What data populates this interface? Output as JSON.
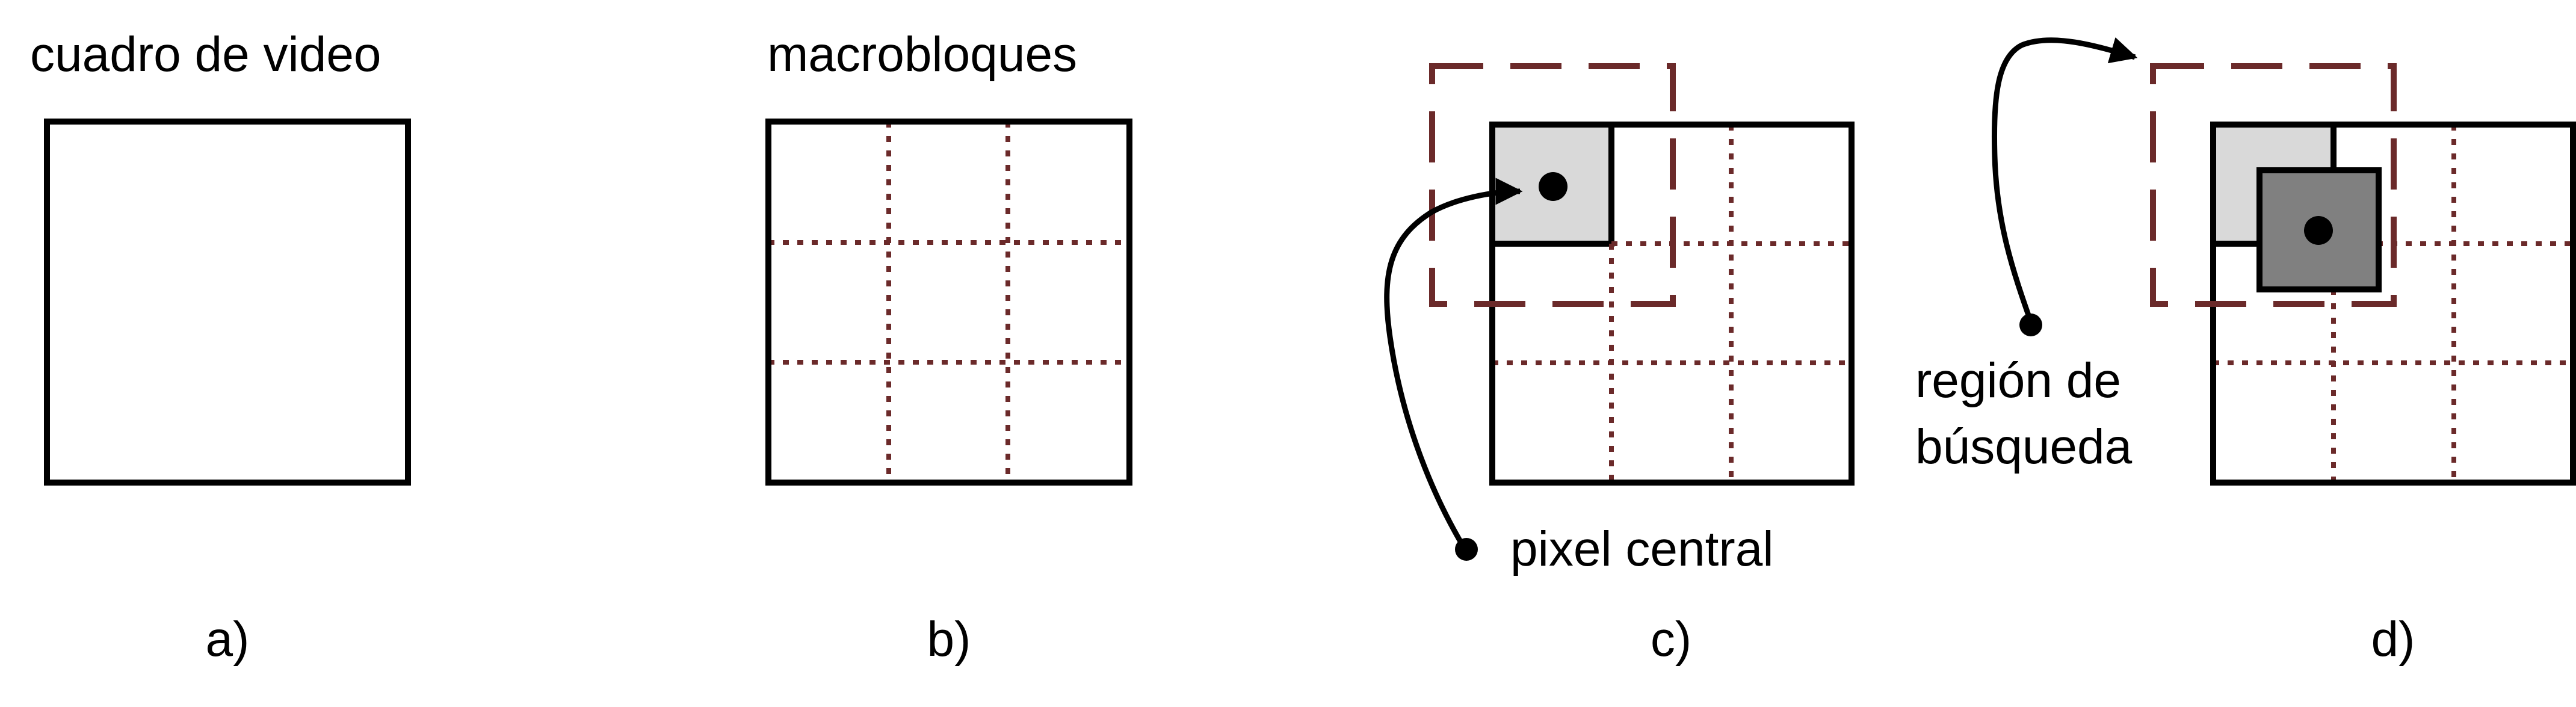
{
  "colors": {
    "outline": "#000000",
    "grid": "#6b2a2a",
    "search": "#6b2a2a",
    "light_block": "#d9d9d9",
    "dark_block": "#808080"
  },
  "panels": [
    {
      "id": "a",
      "title": "cuadro de video",
      "caption": "a)"
    },
    {
      "id": "b",
      "title": "macrobloques",
      "caption": "b)"
    },
    {
      "id": "c",
      "title": "",
      "caption": "c)",
      "annotation": "pixel central"
    },
    {
      "id": "d",
      "title": "",
      "caption": "d)",
      "annotation_lines": [
        "región de",
        "búsqueda"
      ]
    }
  ]
}
